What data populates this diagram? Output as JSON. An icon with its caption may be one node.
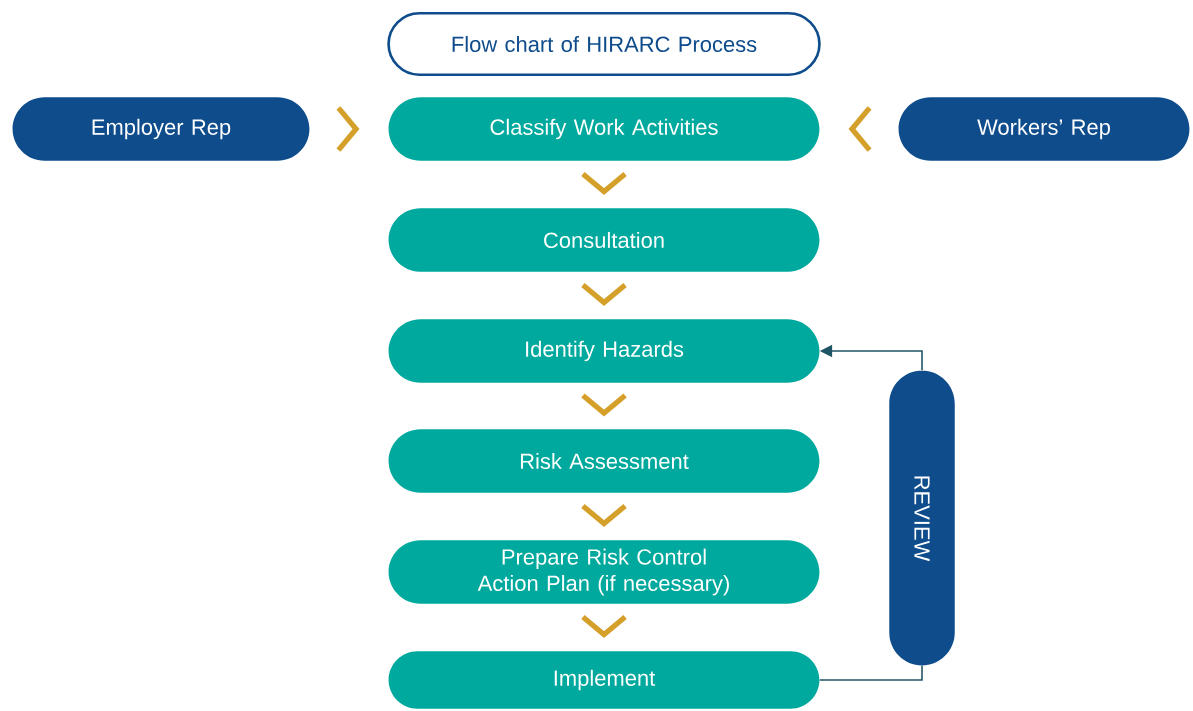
{
  "diagram": {
    "nodes": [
      {
        "text": [
          "Flow chart of HIRARC Process"
        ]
      },
      {
        "text": [
          "Employer Rep"
        ]
      },
      {
        "text": [
          "Classify Work Activities"
        ]
      },
      {
        "text": [
          "Workers’ Rep"
        ]
      },
      {
        "text": [
          "Consultation"
        ]
      },
      {
        "text": [
          "Identify Hazards"
        ]
      },
      {
        "text": [
          "Risk Assessment"
        ]
      },
      {
        "text": [
          "Prepare Risk Control Action Plan (if necessary)"
        ]
      },
      {
        "text": [
          "Implement"
        ]
      },
      {
        "text": [
          "REVIEW"
        ]
      }
    ],
    "edges": [
      {
        "from": 1,
        "to": 2,
        "arrow": "to"
      },
      {
        "from": 3,
        "to": 2,
        "arrow": "to"
      },
      {
        "from": 2,
        "to": 4,
        "arrow": "to"
      },
      {
        "from": 4,
        "to": 5,
        "arrow": "to"
      },
      {
        "from": 5,
        "to": 6,
        "arrow": "to"
      },
      {
        "from": 6,
        "to": 7,
        "arrow": "to"
      },
      {
        "from": 7,
        "to": 8,
        "arrow": "to"
      },
      {
        "from": 8,
        "to": 9,
        "arrow": "none",
        "color": "#1f5566"
      },
      {
        "from": 9,
        "to": 5,
        "arrow": "to",
        "color": "#1f5566"
      }
    ]
  }
}
